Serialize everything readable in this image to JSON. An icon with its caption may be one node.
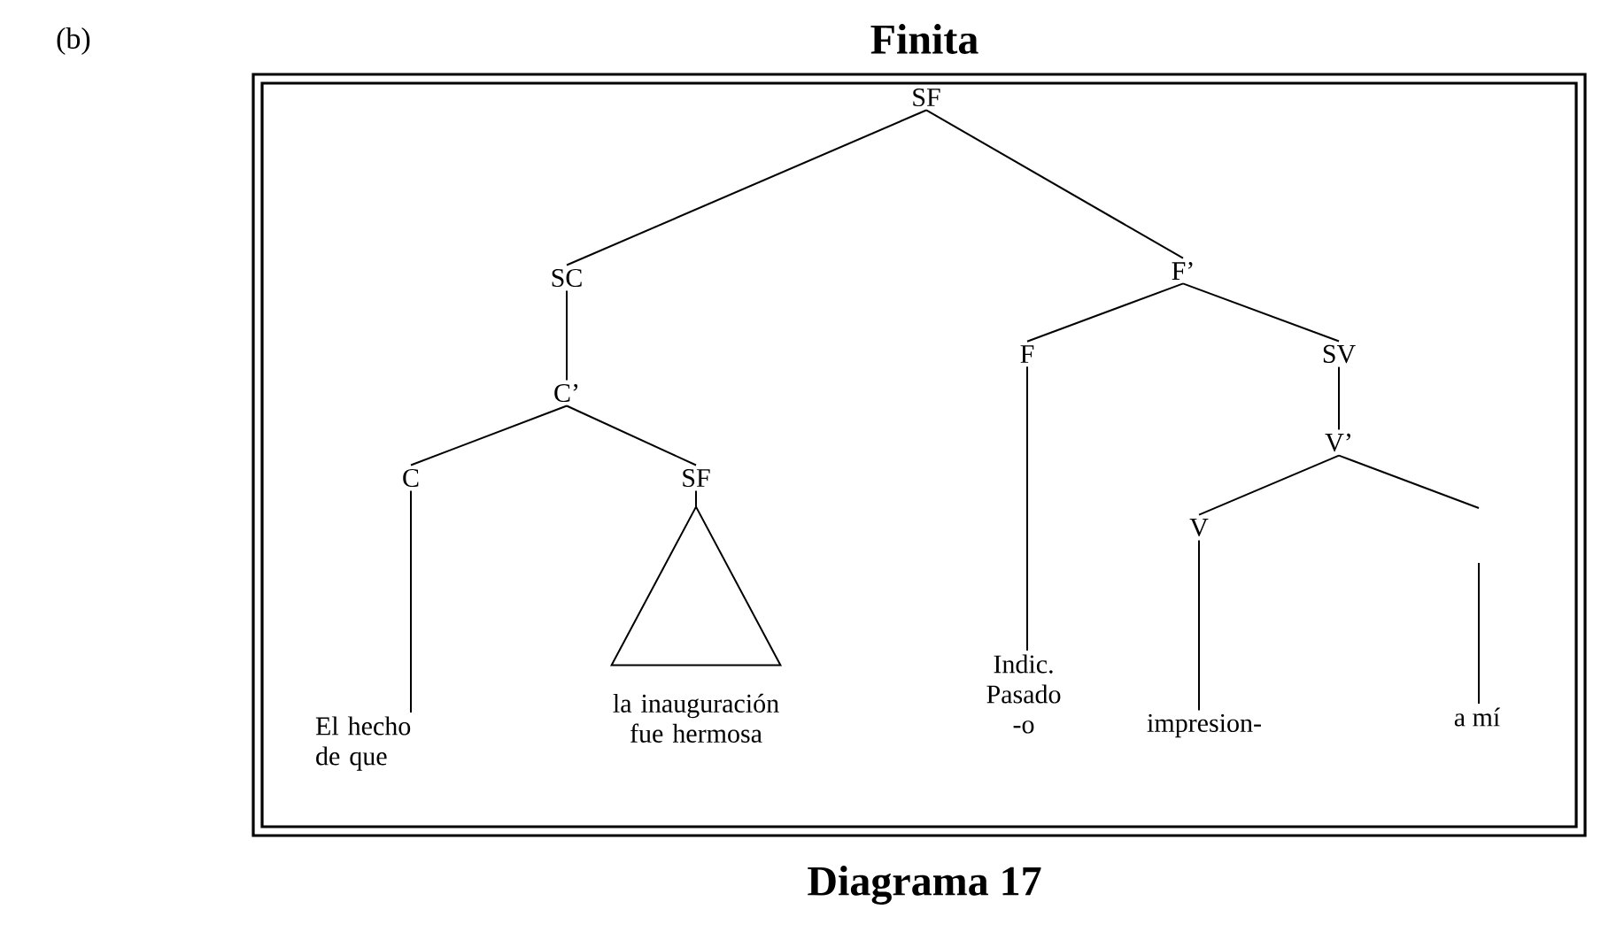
{
  "diagram": {
    "title": "Finita",
    "caption": "Diagrama 17",
    "labels": [
      "(b)"
    ],
    "nodes": [
      {
        "text": [
          "SF"
        ]
      },
      {
        "text": [
          "SC"
        ]
      },
      {
        "text": [
          "F’"
        ]
      },
      {
        "text": [
          "C’"
        ]
      },
      {
        "text": [
          "F"
        ]
      },
      {
        "text": [
          "SV"
        ]
      },
      {
        "text": [
          "V’"
        ]
      },
      {
        "text": [
          "C"
        ]
      },
      {
        "text": [
          "SF"
        ]
      },
      {
        "text": [
          "V"
        ]
      },
      {
        "text": [],
        "shape": "triangle",
        "beside": [
          "la inauguración fue hermosa"
        ]
      },
      {
        "text": [
          "Indic. Pasado -o"
        ]
      },
      {
        "text": [
          "El hecho de que"
        ]
      },
      {
        "text": [
          "impresion-"
        ]
      },
      {
        "text": [
          "a mí"
        ]
      }
    ],
    "edges": [
      {
        "from": 0,
        "to": 1,
        "arrow": "none"
      },
      {
        "from": 0,
        "to": 2,
        "arrow": "none"
      },
      {
        "from": 1,
        "to": 3,
        "arrow": "none"
      },
      {
        "from": 3,
        "to": 7,
        "arrow": "none"
      },
      {
        "from": 3,
        "to": 8,
        "arrow": "none"
      },
      {
        "from": 2,
        "to": 4,
        "arrow": "none"
      },
      {
        "from": 2,
        "to": 5,
        "arrow": "none"
      },
      {
        "from": 5,
        "to": 6,
        "arrow": "none"
      },
      {
        "from": 6,
        "to": 9,
        "arrow": "none"
      },
      {
        "from": 6,
        "to": null,
        "arrow": "none"
      },
      {
        "from": null,
        "to": 14,
        "arrow": "none"
      },
      {
        "from": 8,
        "to": 10,
        "arrow": "none"
      },
      {
        "from": 7,
        "to": 12,
        "arrow": "none"
      },
      {
        "from": 4,
        "to": 11,
        "arrow": "none"
      },
      {
        "from": 9,
        "to": 13,
        "arrow": "none"
      }
    ]
  }
}
